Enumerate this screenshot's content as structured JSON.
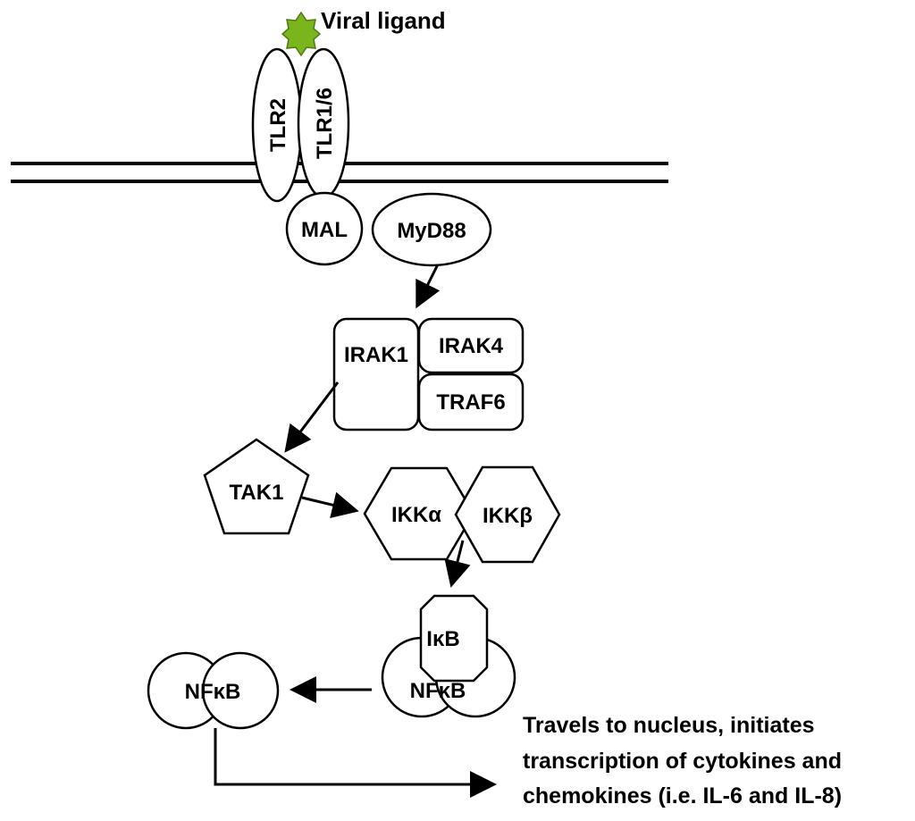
{
  "ligand": {
    "label": "Viral ligand",
    "color": "#7ab51d"
  },
  "receptors": {
    "tlr2": "TLR2",
    "tlr16": "TLR1/6"
  },
  "adaptors": {
    "mal": "MAL",
    "myd88": "MyD88"
  },
  "kinases": {
    "irak1": "IRAK1",
    "irak4": "IRAK4",
    "traf6": "TRAF6",
    "tak1": "TAK1"
  },
  "ikk": {
    "alpha": "IKKα",
    "beta": "IKKβ"
  },
  "complex": {
    "ikb": "IκB",
    "nfkb_bound": "NFκB"
  },
  "free_nfkb": "NFκB",
  "note": {
    "line1": "Travels to nucleus, initiates",
    "line2": "transcription of cytokines and",
    "line3": "chemokines (i.e. IL-6 and IL-8)"
  }
}
